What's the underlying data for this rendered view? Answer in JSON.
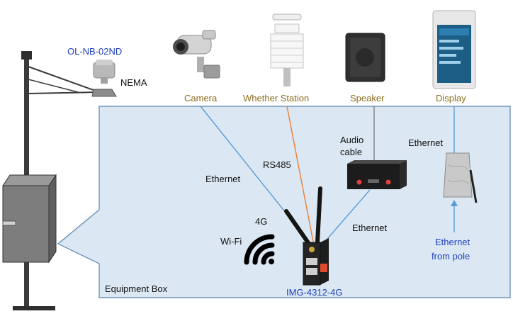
{
  "labels": {
    "ol_model": "OL-NB-02ND",
    "nema": "NEMA",
    "camera": "Camera",
    "weather_station": "Whether Station",
    "speaker": "Speaker",
    "display": "Display",
    "ethernet_camera": "Ethernet",
    "rs485": "RS485",
    "audio_cable_line1": "Audio",
    "audio_cable_line2": "cable",
    "ethernet_display": "Ethernet",
    "fourg": "4G",
    "wifi": "Wi-Fi",
    "ethernet_speaker": "Ethernet",
    "ethernet_from_pole_line1": "Ethernet",
    "ethernet_from_pole_line2": "from pole",
    "equipment_box": "Equipment Box",
    "gateway_model": "IMG-4312-4G"
  },
  "colors": {
    "box_fill": "#dbe8f4",
    "box_stroke": "#5b84b1",
    "device_label": "#8a6d1c",
    "blue_text": "#1f3fbf",
    "ethernet_line": "#5b9bd5",
    "rs485_line": "#ed7d31",
    "audio_line": "#808080"
  },
  "icons": [
    "pole-icon",
    "cabinet-icon",
    "nema-sensor-icon",
    "camera-icon",
    "weather-station-icon",
    "speaker-icon",
    "display-icon",
    "audio-amplifier-icon",
    "switch-icon",
    "gateway-icon",
    "wifi-icon"
  ]
}
